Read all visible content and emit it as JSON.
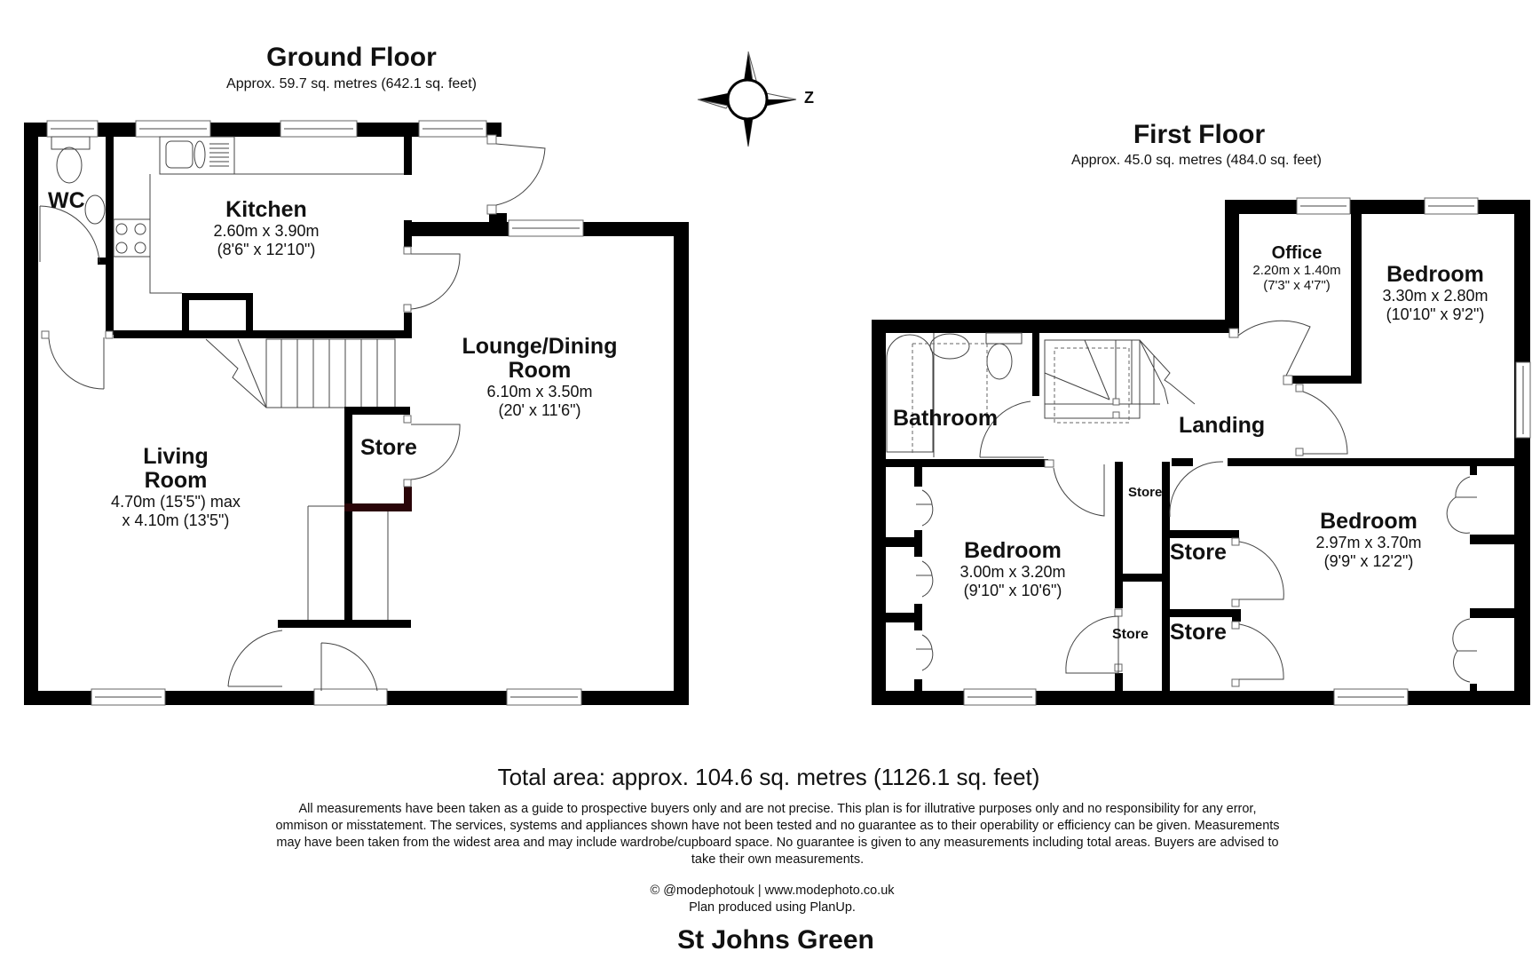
{
  "ground_floor": {
    "title": "Ground Floor",
    "area": "Approx. 59.7 sq. metres (642.1 sq. feet)",
    "rooms": {
      "wc": {
        "name": "WC"
      },
      "kitchen": {
        "name": "Kitchen",
        "dim_metric": "2.60m x 3.90m",
        "dim_imperial": "(8'6\" x 12'10\")"
      },
      "lounge": {
        "name_line1": "Lounge/Dining",
        "name_line2": "Room",
        "dim_metric": "6.10m x 3.50m",
        "dim_imperial": "(20' x 11'6\")"
      },
      "living": {
        "name_line1": "Living",
        "name_line2": "Room",
        "dim_line1": "4.70m (15'5\") max",
        "dim_line2": "x 4.10m (13'5\")"
      },
      "store": {
        "name": "Store"
      }
    }
  },
  "first_floor": {
    "title": "First Floor",
    "area": "Approx. 45.0 sq. metres (484.0 sq. feet)",
    "rooms": {
      "office": {
        "name": "Office",
        "dim_metric": "2.20m x 1.40m",
        "dim_imperial": "(7'3\" x 4'7\")"
      },
      "bedroom_front": {
        "name": "Bedroom",
        "dim_metric": "3.30m x 2.80m",
        "dim_imperial": "(10'10\" x 9'2\")"
      },
      "bathroom": {
        "name": "Bathroom"
      },
      "landing": {
        "name": "Landing"
      },
      "bedroom_left": {
        "name": "Bedroom",
        "dim_metric": "3.00m x 3.20m",
        "dim_imperial": "(9'10\" x 10'6\")"
      },
      "bedroom_right": {
        "name": "Bedroom",
        "dim_metric": "2.97m x 3.70m",
        "dim_imperial": "(9'9\" x 12'2\")"
      },
      "store_small_top": {
        "name": "Store"
      },
      "store_small_bottom": {
        "name": "Store"
      },
      "store_upper": {
        "name": "Store"
      },
      "store_lower": {
        "name": "Store"
      }
    }
  },
  "compass": {
    "label": "Z",
    "icon": "compass-rose-icon"
  },
  "footer": {
    "total_area": "Total area: approx. 104.6 sq. metres (1126.1 sq. feet)",
    "disclaimer": "All measurements have been taken as a guide to prospective buyers only and are not precise. This plan is for illutrative purposes only and no responsibility for any error, ommison or misstatement. The services, systems and appliances shown have not been tested and no guarantee as to their operability or efficiency can be given. Measurements may have been taken from the widest area and may include wardrobe/cupboard space. No guarantee is given to any measurements including total areas. Buyers are advised to take their own measurements.",
    "credit_line1": "© @modephotouk | www.modephoto.co.uk",
    "credit_line2": "Plan  produced  using  PlanUp.",
    "property_name": "St Johns Green"
  },
  "colors": {
    "wall": "#000000",
    "line": "#555555",
    "background": "#ffffff"
  }
}
